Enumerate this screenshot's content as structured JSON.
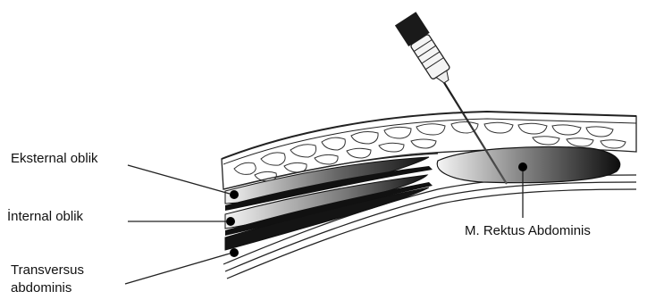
{
  "labels": {
    "external_oblique": "Eksternal oblik",
    "internal_oblique": "İnternal oblik",
    "transversus_line1": "Transversus",
    "transversus_line2": "abdominis",
    "rectus": "M. Rektus Abdominis"
  },
  "colors": {
    "ink": "#111111",
    "muscle_dark": "#1a1a1a",
    "muscle_light": "#f2f2f2",
    "background": "#ffffff"
  }
}
